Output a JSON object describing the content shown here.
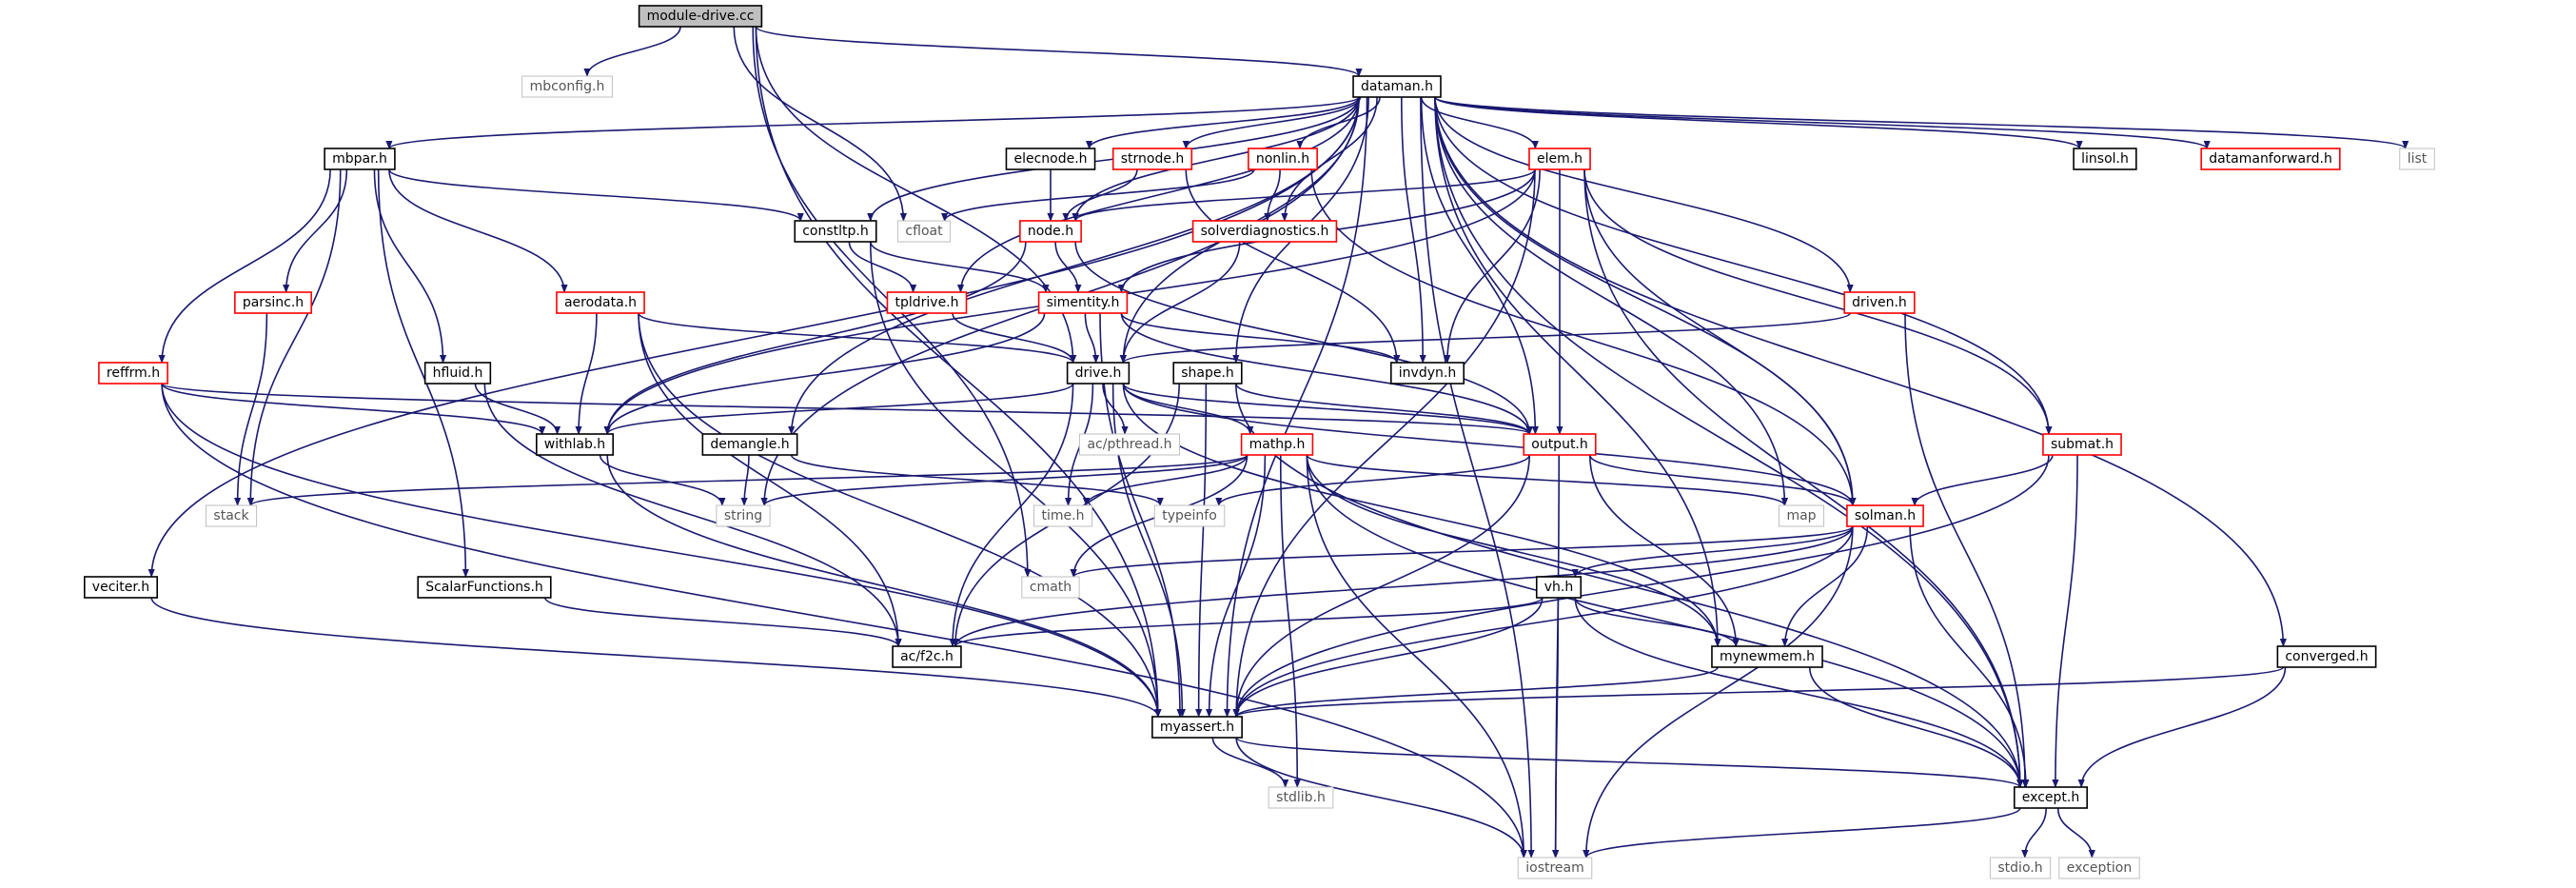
{
  "colors": {
    "edge": "#191970",
    "root_fill": "#bfbfbf",
    "root_border": "#000000",
    "local_border": "#000000",
    "incomplete_border": "#ff0000",
    "system_border": "#bfbfbf",
    "system_text": "#555555"
  },
  "nodes": [
    {
      "id": "module-drive.cc",
      "label": "module-drive.cc",
      "kind": "root"
    },
    {
      "id": "mbconfig.h",
      "label": "mbconfig.h",
      "kind": "system"
    },
    {
      "id": "dataman.h",
      "label": "dataman.h",
      "kind": "local"
    },
    {
      "id": "mbpar.h",
      "label": "mbpar.h",
      "kind": "local"
    },
    {
      "id": "elecnode.h",
      "label": "elecnode.h",
      "kind": "local"
    },
    {
      "id": "strnode.h",
      "label": "strnode.h",
      "kind": "incomplete"
    },
    {
      "id": "nonlin.h",
      "label": "nonlin.h",
      "kind": "incomplete"
    },
    {
      "id": "elem.h",
      "label": "elem.h",
      "kind": "incomplete"
    },
    {
      "id": "linsol.h",
      "label": "linsol.h",
      "kind": "local"
    },
    {
      "id": "datamanforward.h",
      "label": "datamanforward.h",
      "kind": "incomplete"
    },
    {
      "id": "list",
      "label": "list",
      "kind": "system"
    },
    {
      "id": "constltp.h",
      "label": "constltp.h",
      "kind": "local"
    },
    {
      "id": "cfloat",
      "label": "cfloat",
      "kind": "system"
    },
    {
      "id": "node.h",
      "label": "node.h",
      "kind": "incomplete"
    },
    {
      "id": "solverdiagnostics.h",
      "label": "solverdiagnostics.h",
      "kind": "incomplete"
    },
    {
      "id": "parsinc.h",
      "label": "parsinc.h",
      "kind": "incomplete"
    },
    {
      "id": "aerodata.h",
      "label": "aerodata.h",
      "kind": "incomplete"
    },
    {
      "id": "tpldrive.h",
      "label": "tpldrive.h",
      "kind": "incomplete"
    },
    {
      "id": "simentity.h",
      "label": "simentity.h",
      "kind": "incomplete"
    },
    {
      "id": "driven.h",
      "label": "driven.h",
      "kind": "incomplete"
    },
    {
      "id": "reffrm.h",
      "label": "reffrm.h",
      "kind": "incomplete"
    },
    {
      "id": "hfluid.h",
      "label": "hfluid.h",
      "kind": "local"
    },
    {
      "id": "drive.h",
      "label": "drive.h",
      "kind": "local"
    },
    {
      "id": "shape.h",
      "label": "shape.h",
      "kind": "local"
    },
    {
      "id": "invdyn.h",
      "label": "invdyn.h",
      "kind": "local"
    },
    {
      "id": "withlab.h",
      "label": "withlab.h",
      "kind": "local"
    },
    {
      "id": "ac/pthread.h",
      "label": "ac/pthread.h",
      "kind": "system"
    },
    {
      "id": "output.h",
      "label": "output.h",
      "kind": "incomplete"
    },
    {
      "id": "submat.h",
      "label": "submat.h",
      "kind": "incomplete"
    },
    {
      "id": "demangle.h",
      "label": "demangle.h",
      "kind": "local"
    },
    {
      "id": "mathp.h",
      "label": "mathp.h",
      "kind": "incomplete"
    },
    {
      "id": "stack",
      "label": "stack",
      "kind": "system"
    },
    {
      "id": "string",
      "label": "string",
      "kind": "system"
    },
    {
      "id": "time.h",
      "label": "time.h",
      "kind": "system"
    },
    {
      "id": "typeinfo",
      "label": "typeinfo",
      "kind": "system"
    },
    {
      "id": "map",
      "label": "map",
      "kind": "system"
    },
    {
      "id": "solman.h",
      "label": "solman.h",
      "kind": "incomplete"
    },
    {
      "id": "veciter.h",
      "label": "veciter.h",
      "kind": "local"
    },
    {
      "id": "ScalarFunctions.h",
      "label": "ScalarFunctions.h",
      "kind": "local"
    },
    {
      "id": "cmath",
      "label": "cmath",
      "kind": "system"
    },
    {
      "id": "vh.h",
      "label": "vh.h",
      "kind": "local"
    },
    {
      "id": "ac/f2c.h",
      "label": "ac/f2c.h",
      "kind": "local"
    },
    {
      "id": "mynewmem.h",
      "label": "mynewmem.h",
      "kind": "local"
    },
    {
      "id": "converged.h",
      "label": "converged.h",
      "kind": "local"
    },
    {
      "id": "myassert.h",
      "label": "myassert.h",
      "kind": "local"
    },
    {
      "id": "stdlib.h",
      "label": "stdlib.h",
      "kind": "system"
    },
    {
      "id": "except.h",
      "label": "except.h",
      "kind": "local"
    },
    {
      "id": "iostream",
      "label": "iostream",
      "kind": "system"
    },
    {
      "id": "stdio.h",
      "label": "stdio.h",
      "kind": "system"
    },
    {
      "id": "exception",
      "label": "exception",
      "kind": "system"
    }
  ],
  "edges": [
    [
      "module-drive.cc",
      "mbconfig.h"
    ],
    [
      "module-drive.cc",
      "dataman.h"
    ],
    [
      "module-drive.cc",
      "cfloat"
    ],
    [
      "module-drive.cc",
      "drive.h"
    ],
    [
      "module-drive.cc",
      "cmath"
    ],
    [
      "module-drive.cc",
      "myassert.h"
    ],
    [
      "dataman.h",
      "mbpar.h"
    ],
    [
      "dataman.h",
      "elecnode.h"
    ],
    [
      "dataman.h",
      "strnode.h"
    ],
    [
      "dataman.h",
      "nonlin.h"
    ],
    [
      "dataman.h",
      "elem.h"
    ],
    [
      "dataman.h",
      "linsol.h"
    ],
    [
      "dataman.h",
      "datamanforward.h"
    ],
    [
      "dataman.h",
      "list"
    ],
    [
      "dataman.h",
      "constltp.h"
    ],
    [
      "dataman.h",
      "node.h"
    ],
    [
      "dataman.h",
      "solverdiagnostics.h"
    ],
    [
      "dataman.h",
      "tpldrive.h"
    ],
    [
      "dataman.h",
      "driven.h"
    ],
    [
      "dataman.h",
      "drive.h"
    ],
    [
      "dataman.h",
      "shape.h"
    ],
    [
      "dataman.h",
      "invdyn.h"
    ],
    [
      "dataman.h",
      "output.h"
    ],
    [
      "dataman.h",
      "submat.h"
    ],
    [
      "dataman.h",
      "demangle.h"
    ],
    [
      "dataman.h",
      "string"
    ],
    [
      "dataman.h",
      "map"
    ],
    [
      "dataman.h",
      "solman.h"
    ],
    [
      "dataman.h",
      "veciter.h"
    ],
    [
      "dataman.h",
      "mynewmem.h"
    ],
    [
      "dataman.h",
      "converged.h"
    ],
    [
      "dataman.h",
      "myassert.h"
    ],
    [
      "dataman.h",
      "except.h"
    ],
    [
      "dataman.h",
      "iostream"
    ],
    [
      "mbpar.h",
      "constltp.h"
    ],
    [
      "mbpar.h",
      "parsinc.h"
    ],
    [
      "mbpar.h",
      "aerodata.h"
    ],
    [
      "mbpar.h",
      "reffrm.h"
    ],
    [
      "mbpar.h",
      "hfluid.h"
    ],
    [
      "mbpar.h",
      "stack"
    ],
    [
      "mbpar.h",
      "ScalarFunctions.h"
    ],
    [
      "elecnode.h",
      "node.h"
    ],
    [
      "strnode.h",
      "node.h"
    ],
    [
      "strnode.h",
      "invdyn.h"
    ],
    [
      "nonlin.h",
      "cfloat"
    ],
    [
      "nonlin.h",
      "solverdiagnostics.h"
    ],
    [
      "nonlin.h",
      "solman.h"
    ],
    [
      "elem.h",
      "node.h"
    ],
    [
      "elem.h",
      "simentity.h"
    ],
    [
      "elem.h",
      "withlab.h"
    ],
    [
      "elem.h",
      "invdyn.h"
    ],
    [
      "elem.h",
      "output.h"
    ],
    [
      "elem.h",
      "submat.h"
    ],
    [
      "elem.h",
      "solman.h"
    ],
    [
      "elem.h",
      "myassert.h"
    ],
    [
      "elem.h",
      "except.h"
    ],
    [
      "constltp.h",
      "tpldrive.h"
    ],
    [
      "constltp.h",
      "simentity.h"
    ],
    [
      "constltp.h",
      "myassert.h"
    ],
    [
      "node.h",
      "simentity.h"
    ],
    [
      "node.h",
      "withlab.h"
    ],
    [
      "node.h",
      "output.h"
    ],
    [
      "solverdiagnostics.h",
      "drive.h"
    ],
    [
      "parsinc.h",
      "stack"
    ],
    [
      "aerodata.h",
      "drive.h"
    ],
    [
      "aerodata.h",
      "withlab.h"
    ],
    [
      "aerodata.h",
      "ac/f2c.h"
    ],
    [
      "aerodata.h",
      "myassert.h"
    ],
    [
      "tpldrive.h",
      "drive.h"
    ],
    [
      "simentity.h",
      "drive.h"
    ],
    [
      "simentity.h",
      "invdyn.h"
    ],
    [
      "simentity.h",
      "output.h"
    ],
    [
      "simentity.h",
      "withlab.h"
    ],
    [
      "simentity.h",
      "myassert.h"
    ],
    [
      "driven.h",
      "drive.h"
    ],
    [
      "driven.h",
      "except.h"
    ],
    [
      "reffrm.h",
      "withlab.h"
    ],
    [
      "reffrm.h",
      "myassert.h"
    ],
    [
      "reffrm.h",
      "iostream"
    ],
    [
      "reffrm.h",
      "output.h"
    ],
    [
      "hfluid.h",
      "withlab.h"
    ],
    [
      "hfluid.h",
      "ac/f2c.h"
    ],
    [
      "drive.h",
      "withlab.h"
    ],
    [
      "drive.h",
      "ac/pthread.h"
    ],
    [
      "drive.h",
      "output.h"
    ],
    [
      "drive.h",
      "mathp.h"
    ],
    [
      "drive.h",
      "solman.h"
    ],
    [
      "drive.h",
      "time.h"
    ],
    [
      "drive.h",
      "ac/f2c.h"
    ],
    [
      "drive.h",
      "mynewmem.h"
    ],
    [
      "drive.h",
      "myassert.h"
    ],
    [
      "shape.h",
      "output.h"
    ],
    [
      "shape.h",
      "myassert.h"
    ],
    [
      "shape.h",
      "ac/f2c.h"
    ],
    [
      "shape.h",
      "except.h"
    ],
    [
      "withlab.h",
      "string"
    ],
    [
      "withlab.h",
      "myassert.h"
    ],
    [
      "output.h",
      "typeinfo"
    ],
    [
      "output.h",
      "solman.h"
    ],
    [
      "output.h",
      "myassert.h"
    ],
    [
      "output.h",
      "iostream"
    ],
    [
      "output.h",
      "mynewmem.h"
    ],
    [
      "submat.h",
      "solman.h"
    ],
    [
      "submat.h",
      "myassert.h"
    ],
    [
      "submat.h",
      "except.h"
    ],
    [
      "demangle.h",
      "string"
    ],
    [
      "demangle.h",
      "typeinfo"
    ],
    [
      "mathp.h",
      "stack"
    ],
    [
      "mathp.h",
      "string"
    ],
    [
      "mathp.h",
      "time.h"
    ],
    [
      "mathp.h",
      "cmath"
    ],
    [
      "mathp.h",
      "map"
    ],
    [
      "mathp.h",
      "myassert.h"
    ],
    [
      "mathp.h",
      "stdlib.h"
    ],
    [
      "mathp.h",
      "iostream"
    ],
    [
      "mathp.h",
      "mynewmem.h"
    ],
    [
      "mathp.h",
      "except.h"
    ],
    [
      "solman.h",
      "cmath"
    ],
    [
      "solman.h",
      "vh.h"
    ],
    [
      "solman.h",
      "ac/f2c.h"
    ],
    [
      "solman.h",
      "mynewmem.h"
    ],
    [
      "solman.h",
      "myassert.h"
    ],
    [
      "solman.h",
      "except.h"
    ],
    [
      "solman.h",
      "iostream"
    ],
    [
      "veciter.h",
      "myassert.h"
    ],
    [
      "ScalarFunctions.h",
      "ac/f2c.h"
    ],
    [
      "vh.h",
      "ac/f2c.h"
    ],
    [
      "vh.h",
      "mynewmem.h"
    ],
    [
      "vh.h",
      "myassert.h"
    ],
    [
      "vh.h",
      "except.h"
    ],
    [
      "vh.h",
      "iostream"
    ],
    [
      "mynewmem.h",
      "myassert.h"
    ],
    [
      "mynewmem.h",
      "except.h"
    ],
    [
      "converged.h",
      "myassert.h"
    ],
    [
      "converged.h",
      "except.h"
    ],
    [
      "myassert.h",
      "except.h"
    ],
    [
      "myassert.h",
      "stdlib.h"
    ],
    [
      "myassert.h",
      "iostream"
    ],
    [
      "except.h",
      "iostream"
    ],
    [
      "except.h",
      "stdio.h"
    ],
    [
      "except.h",
      "exception"
    ]
  ]
}
